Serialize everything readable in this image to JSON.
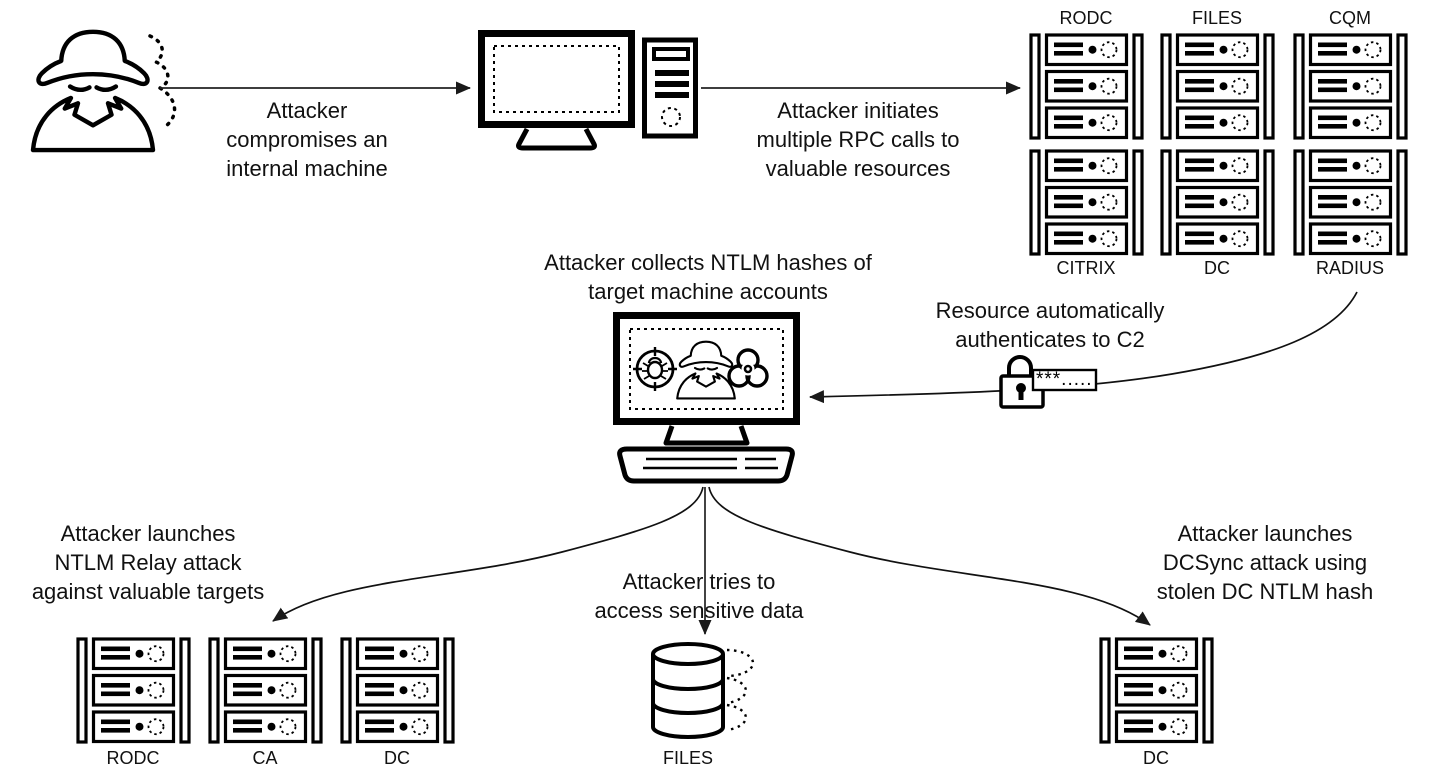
{
  "captions": {
    "compromise": "Attacker\ncompromises an\ninternal machine",
    "rpc_calls": "Attacker initiates\nmultiple RPC calls to\nvaluable resources",
    "collect_hashes": "Attacker collects NTLM hashes of\ntarget machine accounts",
    "auto_auth": "Resource automatically\nauthenticates to C2",
    "ntlm_relay": "Attacker launches\nNTLM Relay attack\nagainst valuable targets",
    "sensitive_data": "Attacker tries to\naccess sensitive data",
    "dcsync": "Attacker launches\nDCSync attack using\nstolen DC NTLM hash"
  },
  "resource_racks": {
    "top_row": [
      {
        "label": "RODC"
      },
      {
        "label": "FILES"
      },
      {
        "label": "CQM"
      }
    ],
    "bottom_row": [
      {
        "label": "CITRIX"
      },
      {
        "label": "DC"
      },
      {
        "label": "RADIUS"
      }
    ]
  },
  "relay_target_racks": [
    {
      "label": "RODC"
    },
    {
      "label": "CA"
    },
    {
      "label": "DC"
    }
  ],
  "file_store": {
    "label": "FILES"
  },
  "dcsync_rack": {
    "label": "DC"
  },
  "credential": {
    "masked_password": "***....."
  },
  "icons": {
    "attacker": "spy-icon",
    "compromised_machine": "desktop-computer-icon",
    "resource_server": "server-rack-icon",
    "c2_machine": "monitor-keyboard-icon",
    "c2_screen": [
      "target-bug-icon",
      "spy-icon",
      "biohazard-icon"
    ],
    "credential": "padlock-icon",
    "sensitive_store": "database-icon"
  },
  "colors": {
    "ink": "#000000",
    "arrow": "#222222",
    "background": "#ffffff"
  }
}
